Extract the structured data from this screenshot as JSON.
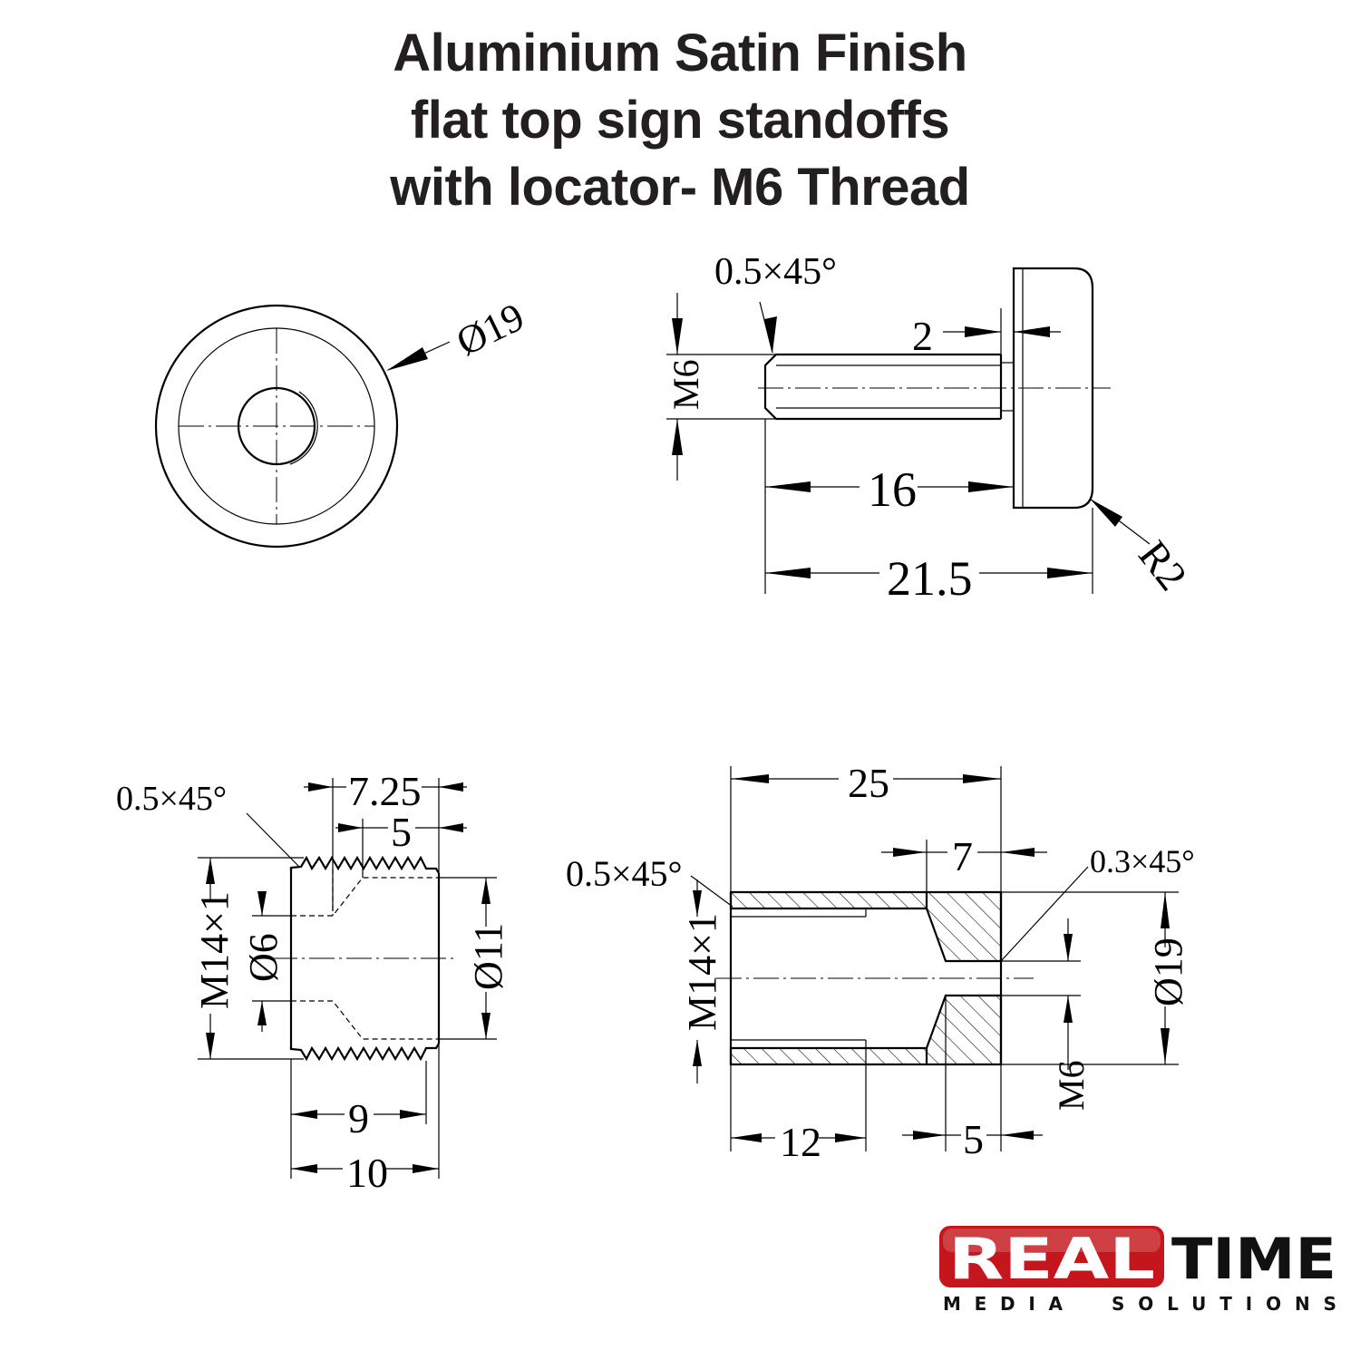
{
  "title": {
    "line1": "Aluminium Satin Finish",
    "line2": "flat top sign standoffs",
    "line3": "with locator- M6 Thread"
  },
  "front_view": {
    "diameter": "Ø19"
  },
  "side_view": {
    "chamfer": "0.5×45°",
    "thread": "M6",
    "gap": "2",
    "shaft_length": "16",
    "overall_length": "21.5",
    "radius": "R2"
  },
  "locator_view": {
    "chamfer": "0.5×45°",
    "width_a": "7.25",
    "width_b": "5",
    "thread": "M14×1",
    "bore": "Ø6",
    "diameter": "Ø11",
    "len_a": "9",
    "len_b": "10"
  },
  "barrel_view": {
    "length": "25",
    "depth": "7",
    "chamfer_left": "0.5×45°",
    "chamfer_right": "0.3×45°",
    "thread": "M14×1",
    "diameter": "Ø19",
    "inner_thread": "M6",
    "len_a": "12",
    "len_b": "5"
  },
  "logo": {
    "word1": "REAL",
    "word2": "TIME",
    "sub1": "MEDIA",
    "sub2": "SOLUTIONS",
    "red": "#c4161c",
    "black": "#111111"
  }
}
